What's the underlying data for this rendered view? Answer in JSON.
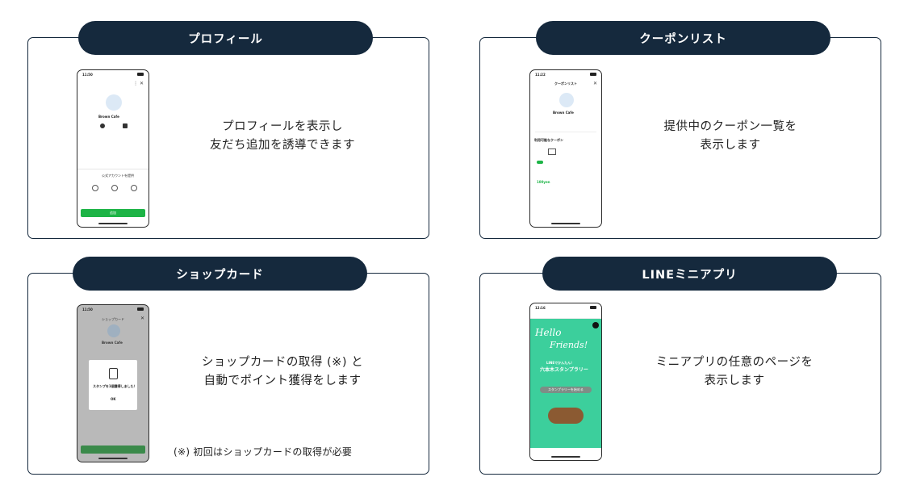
{
  "cards": [
    {
      "title": "プロフィール",
      "desc": [
        "プロフィールを表示し",
        "友だち追加を誘導できます"
      ],
      "phone": {
        "time": "11:50",
        "name": "Brown Cafe",
        "section": "公式アカウントを提供",
        "button": "追加"
      }
    },
    {
      "title": "クーポンリスト",
      "desc": [
        "提供中のクーポン一覧を",
        "表示します"
      ],
      "phone": {
        "time": "11:22",
        "header": "クーポンリスト",
        "name": "Brown Cafe",
        "section": "利用可能なクーポン",
        "discount": "100yen"
      }
    },
    {
      "title": "ショップカード",
      "desc": [
        "ショップカードの取得 (※) と",
        "自動でポイント獲得をします"
      ],
      "note": "(※) 初回はショップカードの取得が必要",
      "phone": {
        "time": "11:50",
        "header": "ショップカード",
        "name": "Brown Cafe",
        "dialog": "スタンプを1個獲得しました！",
        "ok": "OK"
      }
    },
    {
      "title": "LINEミニアプリ",
      "desc": [
        "ミニアプリの任意のページを",
        "表示します"
      ],
      "phone": {
        "time": "12:16",
        "hello": "Hello",
        "friends": "Friends!",
        "banner": "六本木スタンプラリー",
        "sub": "LINEでかんたん！",
        "cta": "スタンプラリーを始める"
      }
    }
  ],
  "colors": {
    "navy": "#15293d",
    "line_green": "#1db446",
    "mint": "#3ccf9c"
  }
}
